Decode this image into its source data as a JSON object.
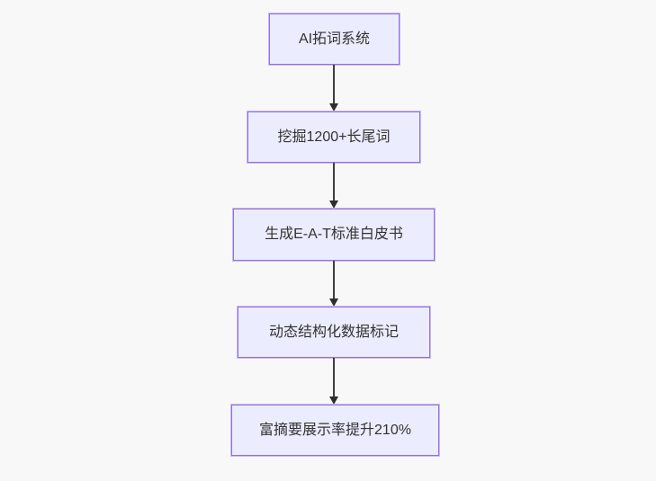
{
  "diagram": {
    "type": "flowchart",
    "direction": "top-down",
    "nodes": [
      {
        "id": "n1",
        "label": "AI拓词系统"
      },
      {
        "id": "n2",
        "label": "挖掘1200+长尾词"
      },
      {
        "id": "n3",
        "label": "生成E-A-T标准白皮书"
      },
      {
        "id": "n4",
        "label": "动态结构化数据标记"
      },
      {
        "id": "n5",
        "label": "富摘要展示率提升210%"
      }
    ],
    "edges": [
      {
        "from": "n1",
        "to": "n2"
      },
      {
        "from": "n2",
        "to": "n3"
      },
      {
        "from": "n3",
        "to": "n4"
      },
      {
        "from": "n4",
        "to": "n5"
      }
    ],
    "colors": {
      "node_fill": "#ECECFF",
      "node_border": "#9370DB",
      "node_text": "#333333",
      "arrow": "#3F3F3F",
      "background": "#F8F8F8"
    }
  }
}
